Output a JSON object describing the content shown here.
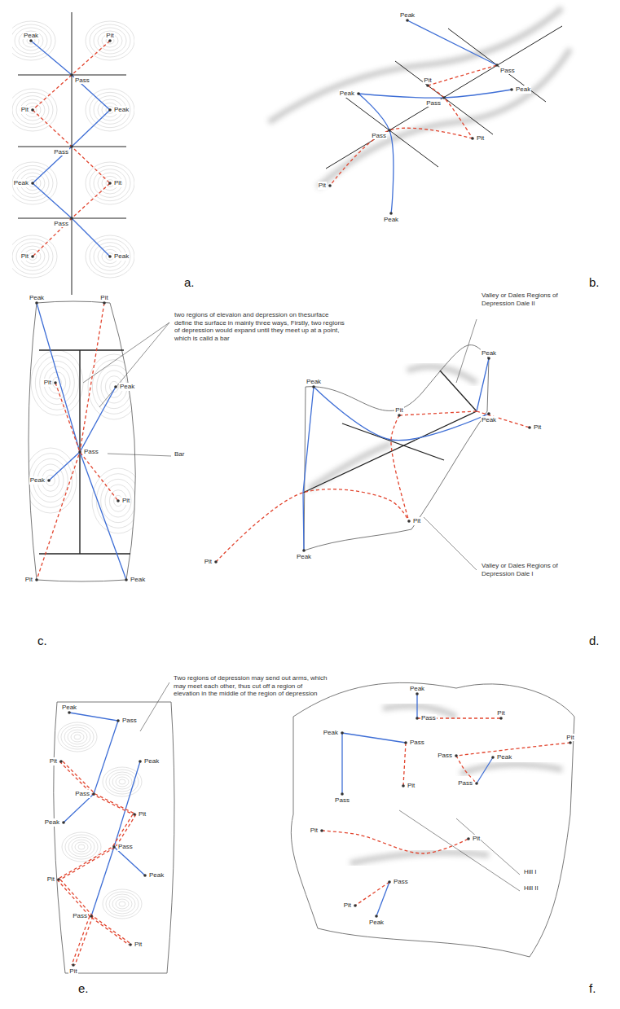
{
  "diagram": {
    "labels": [
      "Peak",
      "Pit",
      "Pass",
      "Pit",
      "Peak",
      "Pass",
      "Peak",
      "Pit",
      "Pass",
      "Pit",
      "Peak",
      "a.",
      "Peak",
      "Pass",
      "Pit",
      "Peak",
      "Peak",
      "Pass",
      "Pass",
      "Pit",
      "Pit",
      "Peak",
      "b.",
      "Peak",
      "Pit",
      "Pit",
      "Peak",
      "Pass",
      "Peak",
      "Pit",
      "Pit",
      "Peak",
      "Bar",
      "two regions of elevaion and depression on thesurface define the surface in mainly three ways, Firstly, two regions of depression would expand until they meet up at a point, which is calld a bar",
      "c.",
      "Valley or Dales Regions of Depression Dale II",
      "Peak",
      "Pit",
      "Peak",
      "Pit",
      "Peak",
      "Pit",
      "Pit",
      "Peak",
      "Valley or Dales Regions of Depression Dale I",
      "d.",
      "Two regions of depression may send out arms, which may meet each other, thus cut off a region of elevation in the middle of the region of depression",
      "Peak",
      "Pass",
      "Pit",
      "Peak",
      "Pass",
      "Pit",
      "Peak",
      "Pass",
      "Peak",
      "Pit",
      "Pass",
      "Pit",
      "Pit",
      "e.",
      "Peak",
      "Pass",
      "Pit",
      "Peak",
      "Pass",
      "Pass",
      "Pit",
      "Pass",
      "Peak",
      "Pit",
      "Pass",
      "Pit",
      "Pit",
      "Pass",
      "Pit",
      "Peak",
      "Hill I",
      "Hill II",
      "f."
    ]
  }
}
